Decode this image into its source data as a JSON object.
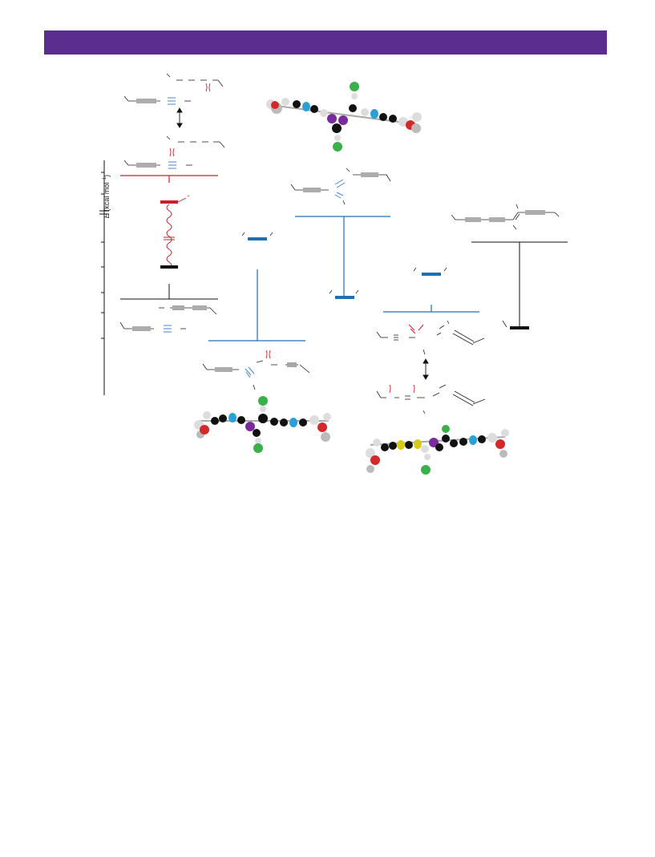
{
  "header": {
    "banner_color": "#5b2d8e"
  },
  "axis": {
    "label_symbol": "E",
    "label_unit": " (kcal mol",
    "label_exp": "−1",
    "label_close": ")"
  },
  "colors": {
    "red": "#c8202b",
    "blue": "#1f6fb5",
    "black": "#111111",
    "cyan": "#2aa0d8",
    "purple": "#7a2a9a",
    "green": "#3bb04a",
    "yellow": "#d8c818",
    "o_red": "#d22a2a"
  }
}
